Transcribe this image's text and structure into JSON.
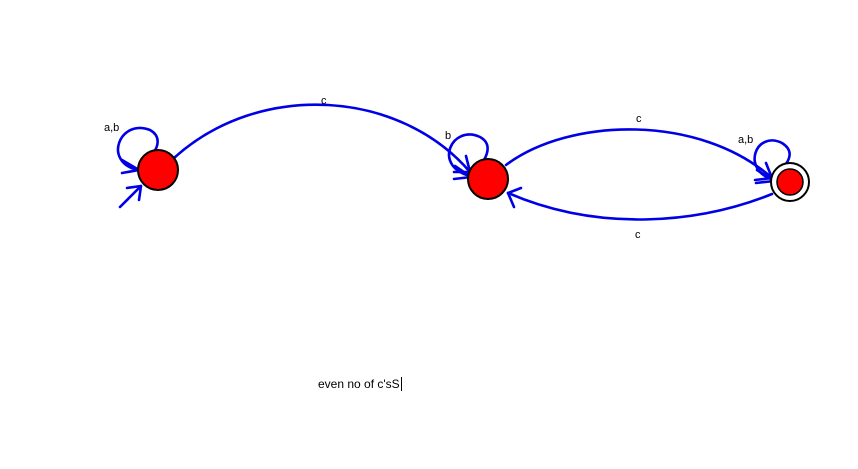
{
  "diagram": {
    "type": "finite-state-automaton",
    "colors": {
      "edge": "#0000e6",
      "state_fill": "#ff0000",
      "state_stroke": "#000000"
    },
    "states": [
      {
        "id": "q0",
        "initial": true,
        "accepting": false
      },
      {
        "id": "q1",
        "initial": false,
        "accepting": false
      },
      {
        "id": "q2",
        "initial": false,
        "accepting": true
      }
    ],
    "transitions": [
      {
        "from": "q0",
        "to": "q0",
        "label": "a,b"
      },
      {
        "from": "q0",
        "to": "q1",
        "label": "c"
      },
      {
        "from": "q1",
        "to": "q1",
        "label": "b"
      },
      {
        "from": "q1",
        "to": "q2",
        "label": "c"
      },
      {
        "from": "q2",
        "to": "q2",
        "label": "a,b"
      },
      {
        "from": "q2",
        "to": "q1",
        "label": "c"
      }
    ],
    "caption": "even no of c'sS"
  }
}
